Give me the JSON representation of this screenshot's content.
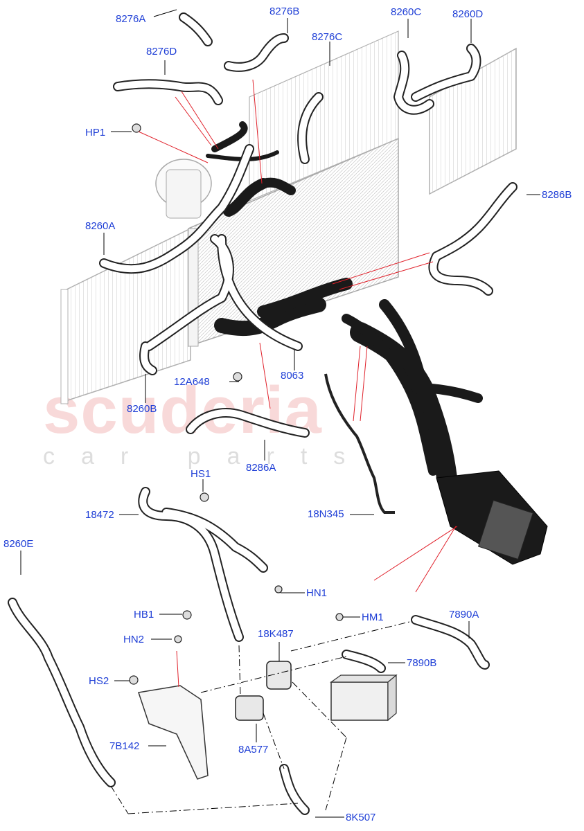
{
  "watermark": {
    "main": "scuderia",
    "sub": "car parts",
    "color": "#e38080"
  },
  "colors": {
    "label": "#1e3ed6",
    "leader": "#000000",
    "red_leader": "#e0202a",
    "hose": "#1a1a1a",
    "part_outline": "#b0b0b0"
  },
  "labels": {
    "p8276A": "8276A",
    "p8276B": "8276B",
    "p8260C": "8260C",
    "p8260D": "8260D",
    "p8276D": "8276D",
    "p8276C": "8276C",
    "HP1": "HP1",
    "p8286B": "8286B",
    "p8260A": "8260A",
    "p12A648": "12A648",
    "p8063": "8063",
    "p8260B": "8260B",
    "p8286A": "8286A",
    "HS1": "HS1",
    "p18472": "18472",
    "p18N345": "18N345",
    "p8260E": "8260E",
    "HN1": "HN1",
    "HB1": "HB1",
    "HN2": "HN2",
    "HM1": "HM1",
    "p18K487": "18K487",
    "p7890A": "7890A",
    "p7890B": "7890B",
    "HS2": "HS2",
    "p7B142": "7B142",
    "p8A577": "8A577",
    "p8K507": "8K507"
  }
}
